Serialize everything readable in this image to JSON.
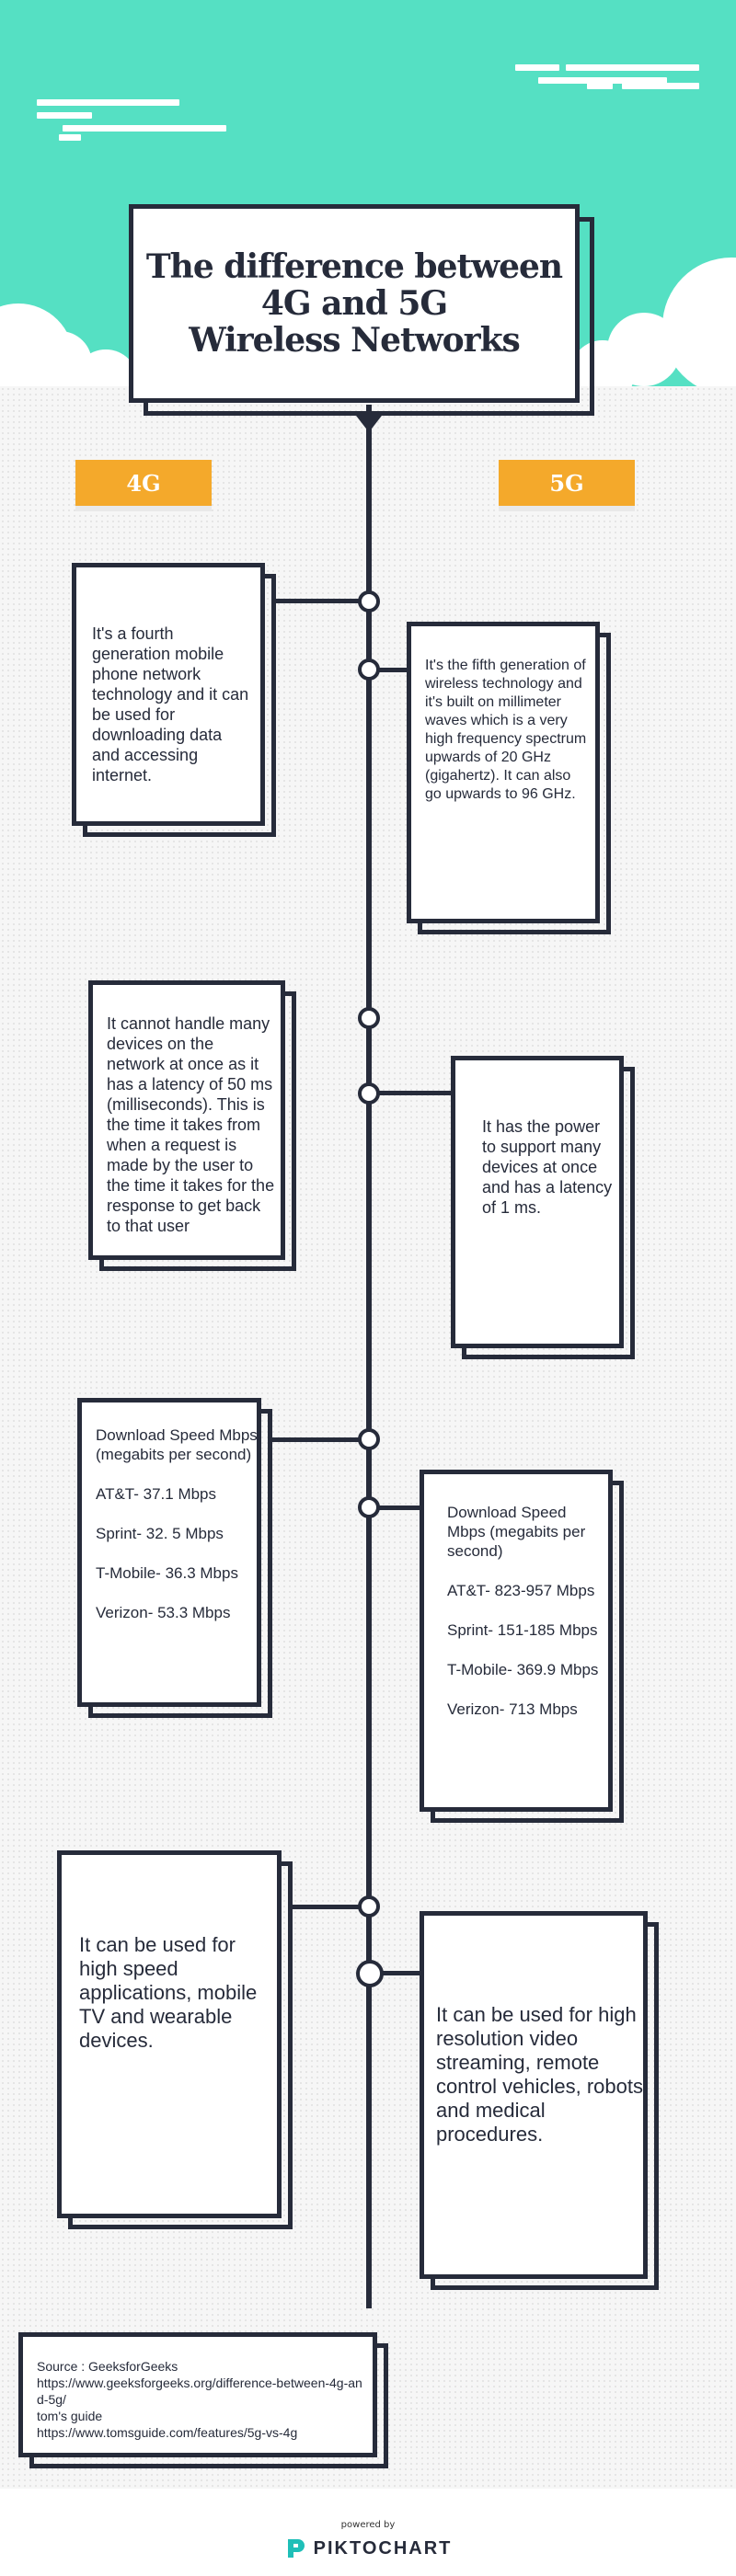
{
  "title": [
    "The difference between",
    "4G and 5G",
    "Wireless Networks"
  ],
  "columns": {
    "left": "4G",
    "right": "5G"
  },
  "rows": [
    {
      "left": "It's a fourth generation mobile phone network technology and it can be used for downloading data and accessing internet.",
      "right": "It's the fifth generation of wireless technology and it's built on millimeter waves which is a very high frequency spectrum upwards of 20 GHz (gigahertz). It can also go upwards to 96 GHz."
    },
    {
      "left": "It cannot handle many devices on the network at once as it has a latency of 50 ms (milliseconds). This is the time it takes from when a request is made by the user to the time it takes for the response to get back to that user",
      "right": "It has the power to support many devices at once and has a latency of 1 ms."
    },
    {
      "left_heading": "Download Speed Mbps (megabits per second)",
      "left_items": [
        "AT&T- 37.1 Mbps",
        "Sprint- 32. 5 Mbps",
        "T-Mobile- 36.3 Mbps",
        "Verizon- 53.3 Mbps"
      ],
      "right_heading": "Download Speed Mbps (megabits per second)",
      "right_items": [
        "AT&T- 823-957 Mbps",
        "Sprint- 151-185 Mbps",
        "T-Mobile- 369.9 Mbps",
        "Verizon- 713 Mbps"
      ]
    },
    {
      "left": "It can be used for high speed applications, mobile TV and wearable devices.",
      "right": "It can be used for high resolution video streaming, remote control vehicles, robots and medical procedures."
    }
  ],
  "source": [
    "Source : GeeksforGeeks",
    "https://www.geeksforgeeks.org/difference-between-4g-and-5g/",
    "tom's guide",
    "https://www.tomsguide.com/features/5g-vs-4g"
  ],
  "footer": {
    "powered_by": "powered by",
    "brand": "PIKTOCHART"
  },
  "colors": {
    "teal": "#55e0c3",
    "navy": "#262b3a",
    "orange": "#f4a92b"
  }
}
